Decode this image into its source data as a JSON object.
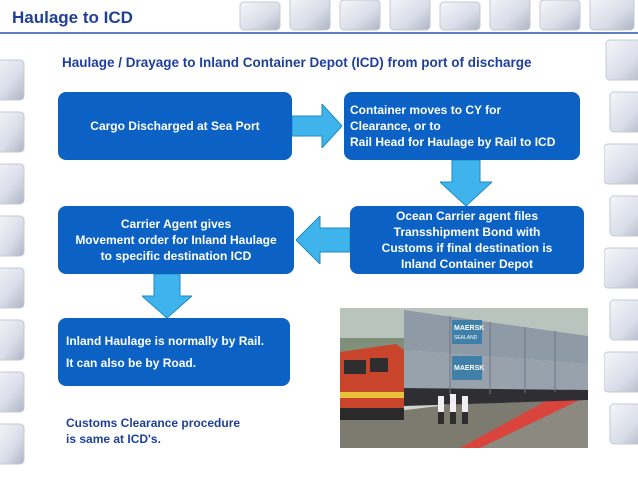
{
  "page": {
    "title": "Haulage to ICD",
    "subtitle": "Haulage / Drayage to Inland Container Depot (ICD) from port of discharge"
  },
  "flow": {
    "step1": "Cargo Discharged at Sea Port",
    "step2": "Container moves to CY for\nClearance, or to\nRail Head for Haulage by Rail to ICD",
    "step3": "Ocean Carrier agent files\nTransshipment Bond with\nCustoms if final destination is\nInland Container Depot",
    "step4": "Carrier Agent gives\nMovement order for Inland Haulage\nto specific destination ICD",
    "step5": "Inland Haulage is normally by Rail.\nIt can also be by Road."
  },
  "note": "Customs Clearance procedure\nis same at ICD's.",
  "photo": {
    "container_brand": "MAERSK",
    "container_brand_sub": "SEALAND"
  },
  "colors": {
    "box_fill": "#0c62c4",
    "arrow_fill": "#3fb4ec",
    "title_text": "#1f3f9a"
  }
}
